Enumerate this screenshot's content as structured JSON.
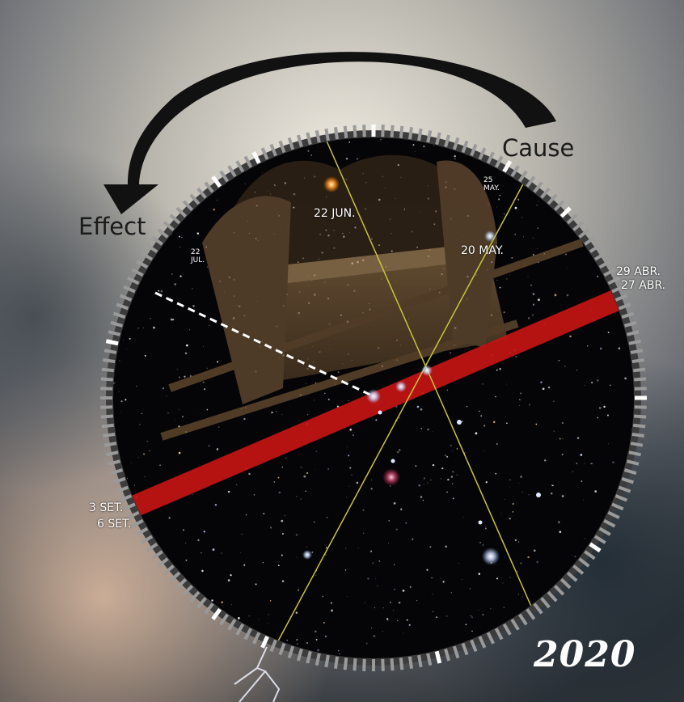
{
  "labels": {
    "cause": "Cause",
    "effect": "Effect",
    "year": "2020",
    "date_22_jun": "22 JUN.",
    "date_20_may": "20 MAY.",
    "date_29_abr": "29 ABR.",
    "date_27_abr": "27 ABR.",
    "date_3_set": "3 SET.",
    "date_6_set": "6 SET.",
    "moon_25_may_day": "25",
    "moon_25_may_month": "MAY.",
    "moon_22_jul_day": "22",
    "moon_22_jul_month": "JUL."
  },
  "colors": {
    "ecliptic_band": "#c41414",
    "guide_lines": "#c9c43a",
    "arrow": "#111111",
    "dashed_line": "#ffffff",
    "sky_background": "#050507"
  }
}
